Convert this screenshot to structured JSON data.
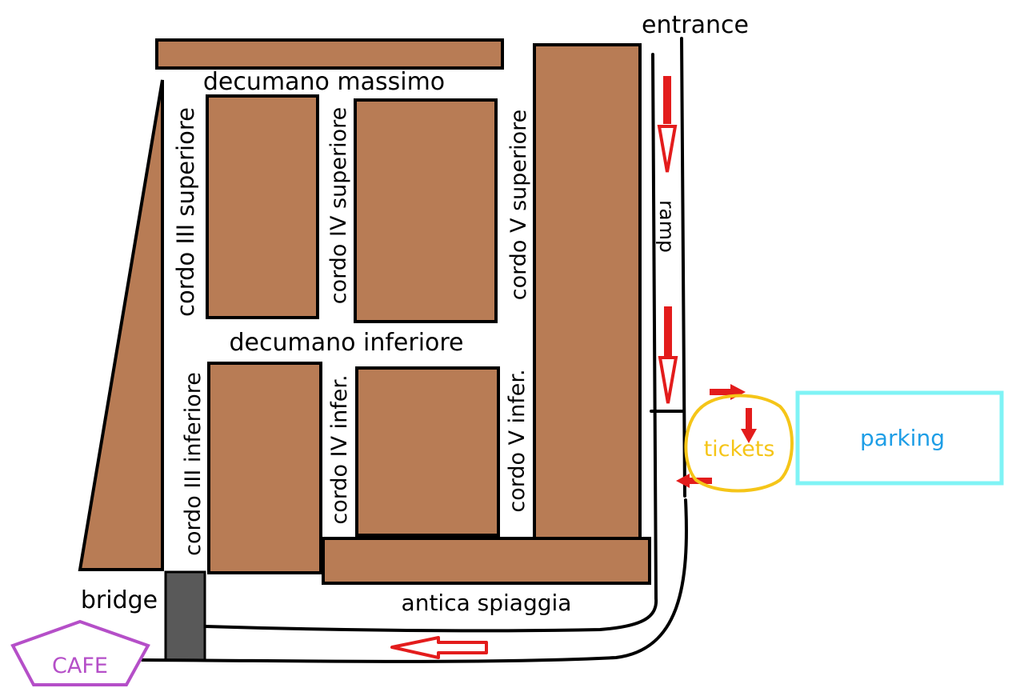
{
  "labels": {
    "entrance": "entrance",
    "decumano_massimo": "decumano massimo",
    "decumano_inferiore": "decumano inferiore",
    "cordo_iii_superiore": "cordo III superiore",
    "cordo_iv_superiore": "cordo IV superiore",
    "cordo_v_superiore": "cordo V superiore",
    "cordo_iii_inferiore": "cordo III inferiore",
    "cordo_iv_infer": "cordo IV infer.",
    "cordo_v_infer": "cordo V infer.",
    "ramp": "ramp",
    "tickets": "tickets",
    "parking": "parking",
    "antica_spiaggia": "antica spiaggia",
    "bridge": "bridge",
    "cafe": "CAFE"
  },
  "colors": {
    "block": "#b87c55",
    "bridge": "#595959",
    "arrow": "#e31c1c",
    "tickets": "#f5c518",
    "parking": "#7ff3f5",
    "parking_text": "#1e9ee6",
    "cafe": "#b54fc8"
  }
}
